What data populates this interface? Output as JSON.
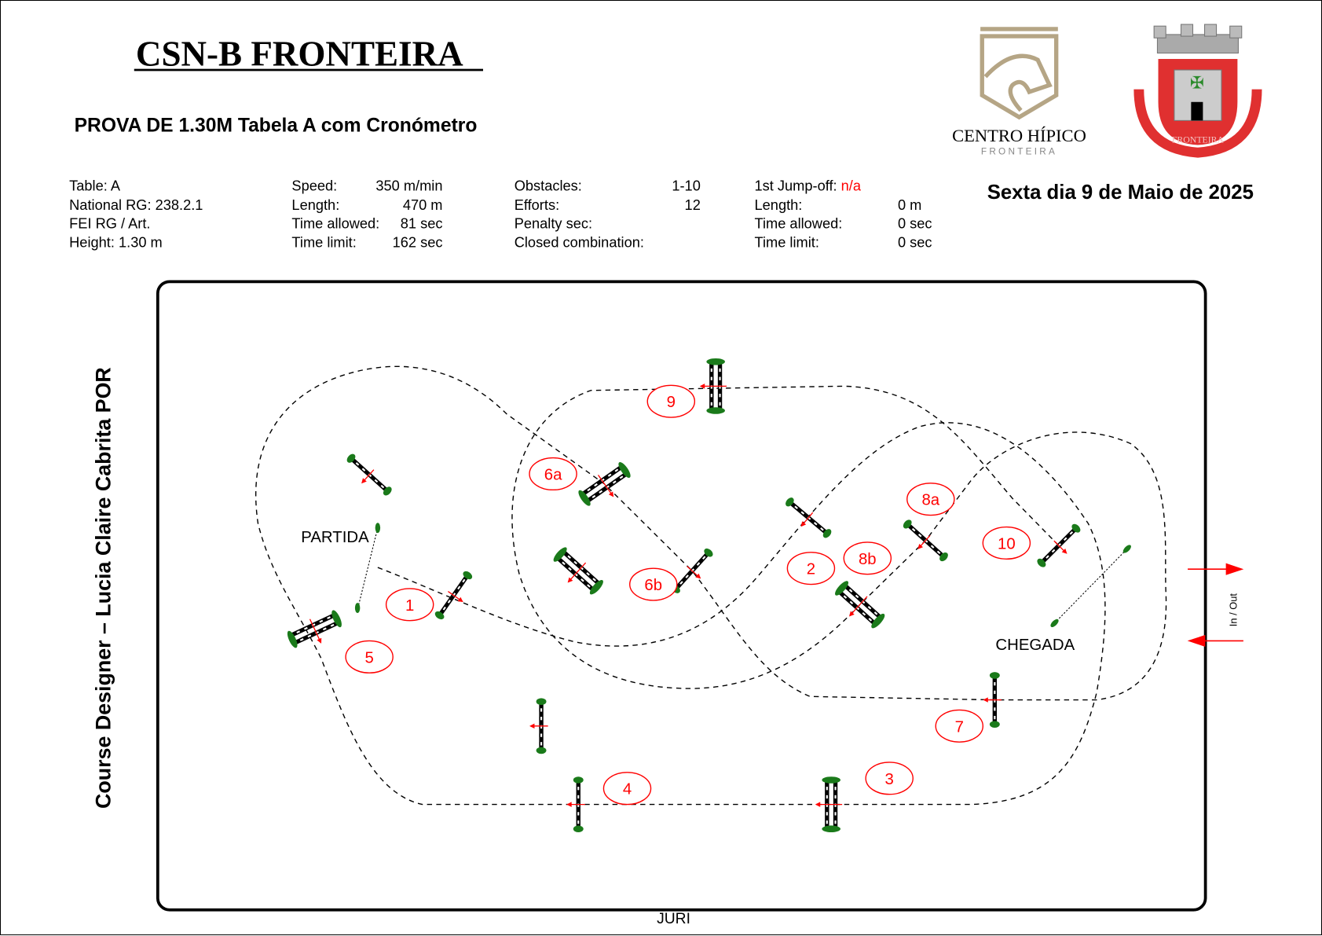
{
  "header": {
    "title": "CSN-B FRONTEIRA",
    "subtitle": "PROVA DE 1.30M Tabela A com Cronómetro",
    "date": "Sexta dia 9 de Maio de 2025"
  },
  "logos": {
    "centro_hipico": {
      "name": "CENTRO HÍPICO",
      "sub": "FRONTEIRA",
      "color": "#b5a585"
    },
    "coat_of_arms": {
      "text": "FRONTEIRA",
      "color": "#e03030"
    }
  },
  "info": {
    "col1": [
      "Table: A",
      "National RG: 238.2.1",
      "FEI RG / Art.",
      "Height: 1.30 m"
    ],
    "col2": [
      {
        "label": "Speed:",
        "value": "350 m/min"
      },
      {
        "label": "Length:",
        "value": "470 m"
      },
      {
        "label": "Time allowed:",
        "value": "81 sec"
      },
      {
        "label": "Time limit:",
        "value": "162 sec"
      }
    ],
    "col3": [
      {
        "label": "Obstacles:",
        "value": "1-10"
      },
      {
        "label": "Efforts:",
        "value": "12"
      },
      {
        "label": "Penalty sec:",
        "value": ""
      },
      {
        "label": "Closed combination:",
        "value": ""
      }
    ],
    "col4": {
      "jumpoff_label": "1st Jump-off:",
      "jumpoff_value": "n/a",
      "rows": [
        {
          "label": "Length:",
          "value": "0 m"
        },
        {
          "label": "Time allowed:",
          "value": "0 sec"
        },
        {
          "label": "Time limit:",
          "value": "0 sec"
        }
      ]
    }
  },
  "arena": {
    "designer": "Course Designer – Lucia Claire Cabrita POR",
    "start_label": "PARTIDA",
    "finish_label": "CHEGADA",
    "in_out_label": "In / Out",
    "jury_label": "JURI",
    "obstacle_labels": [
      "1",
      "2",
      "3",
      "4",
      "5",
      "6a",
      "6b",
      "7",
      "8a",
      "8b",
      "9",
      "10"
    ],
    "colors": {
      "number": "#ff0000",
      "standard": "#1a7a1a",
      "arrow": "#ff0000"
    }
  }
}
